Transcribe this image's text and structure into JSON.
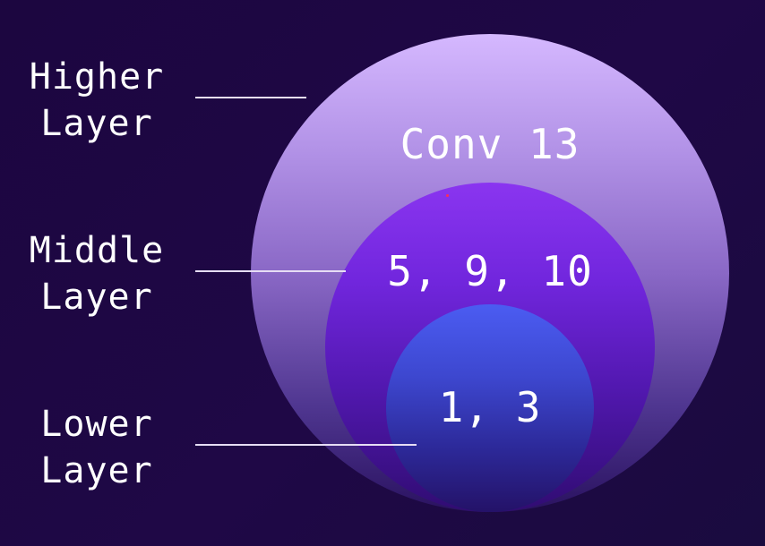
{
  "colors": {
    "background": "#1c0640",
    "outer_circle": "#b191e6",
    "middle_circle": "#7126dd",
    "inner_circle": "#3d47cf",
    "text": "#ffffff"
  },
  "labels": {
    "higher": {
      "line1": "Higher",
      "line2": "Layer"
    },
    "middle": {
      "line1": "Middle",
      "line2": "Layer"
    },
    "lower": {
      "line1": "Lower",
      "line2": "Layer"
    }
  },
  "circles": {
    "outer": "Conv 13",
    "middle": "5, 9, 10",
    "inner": "1, 3"
  }
}
